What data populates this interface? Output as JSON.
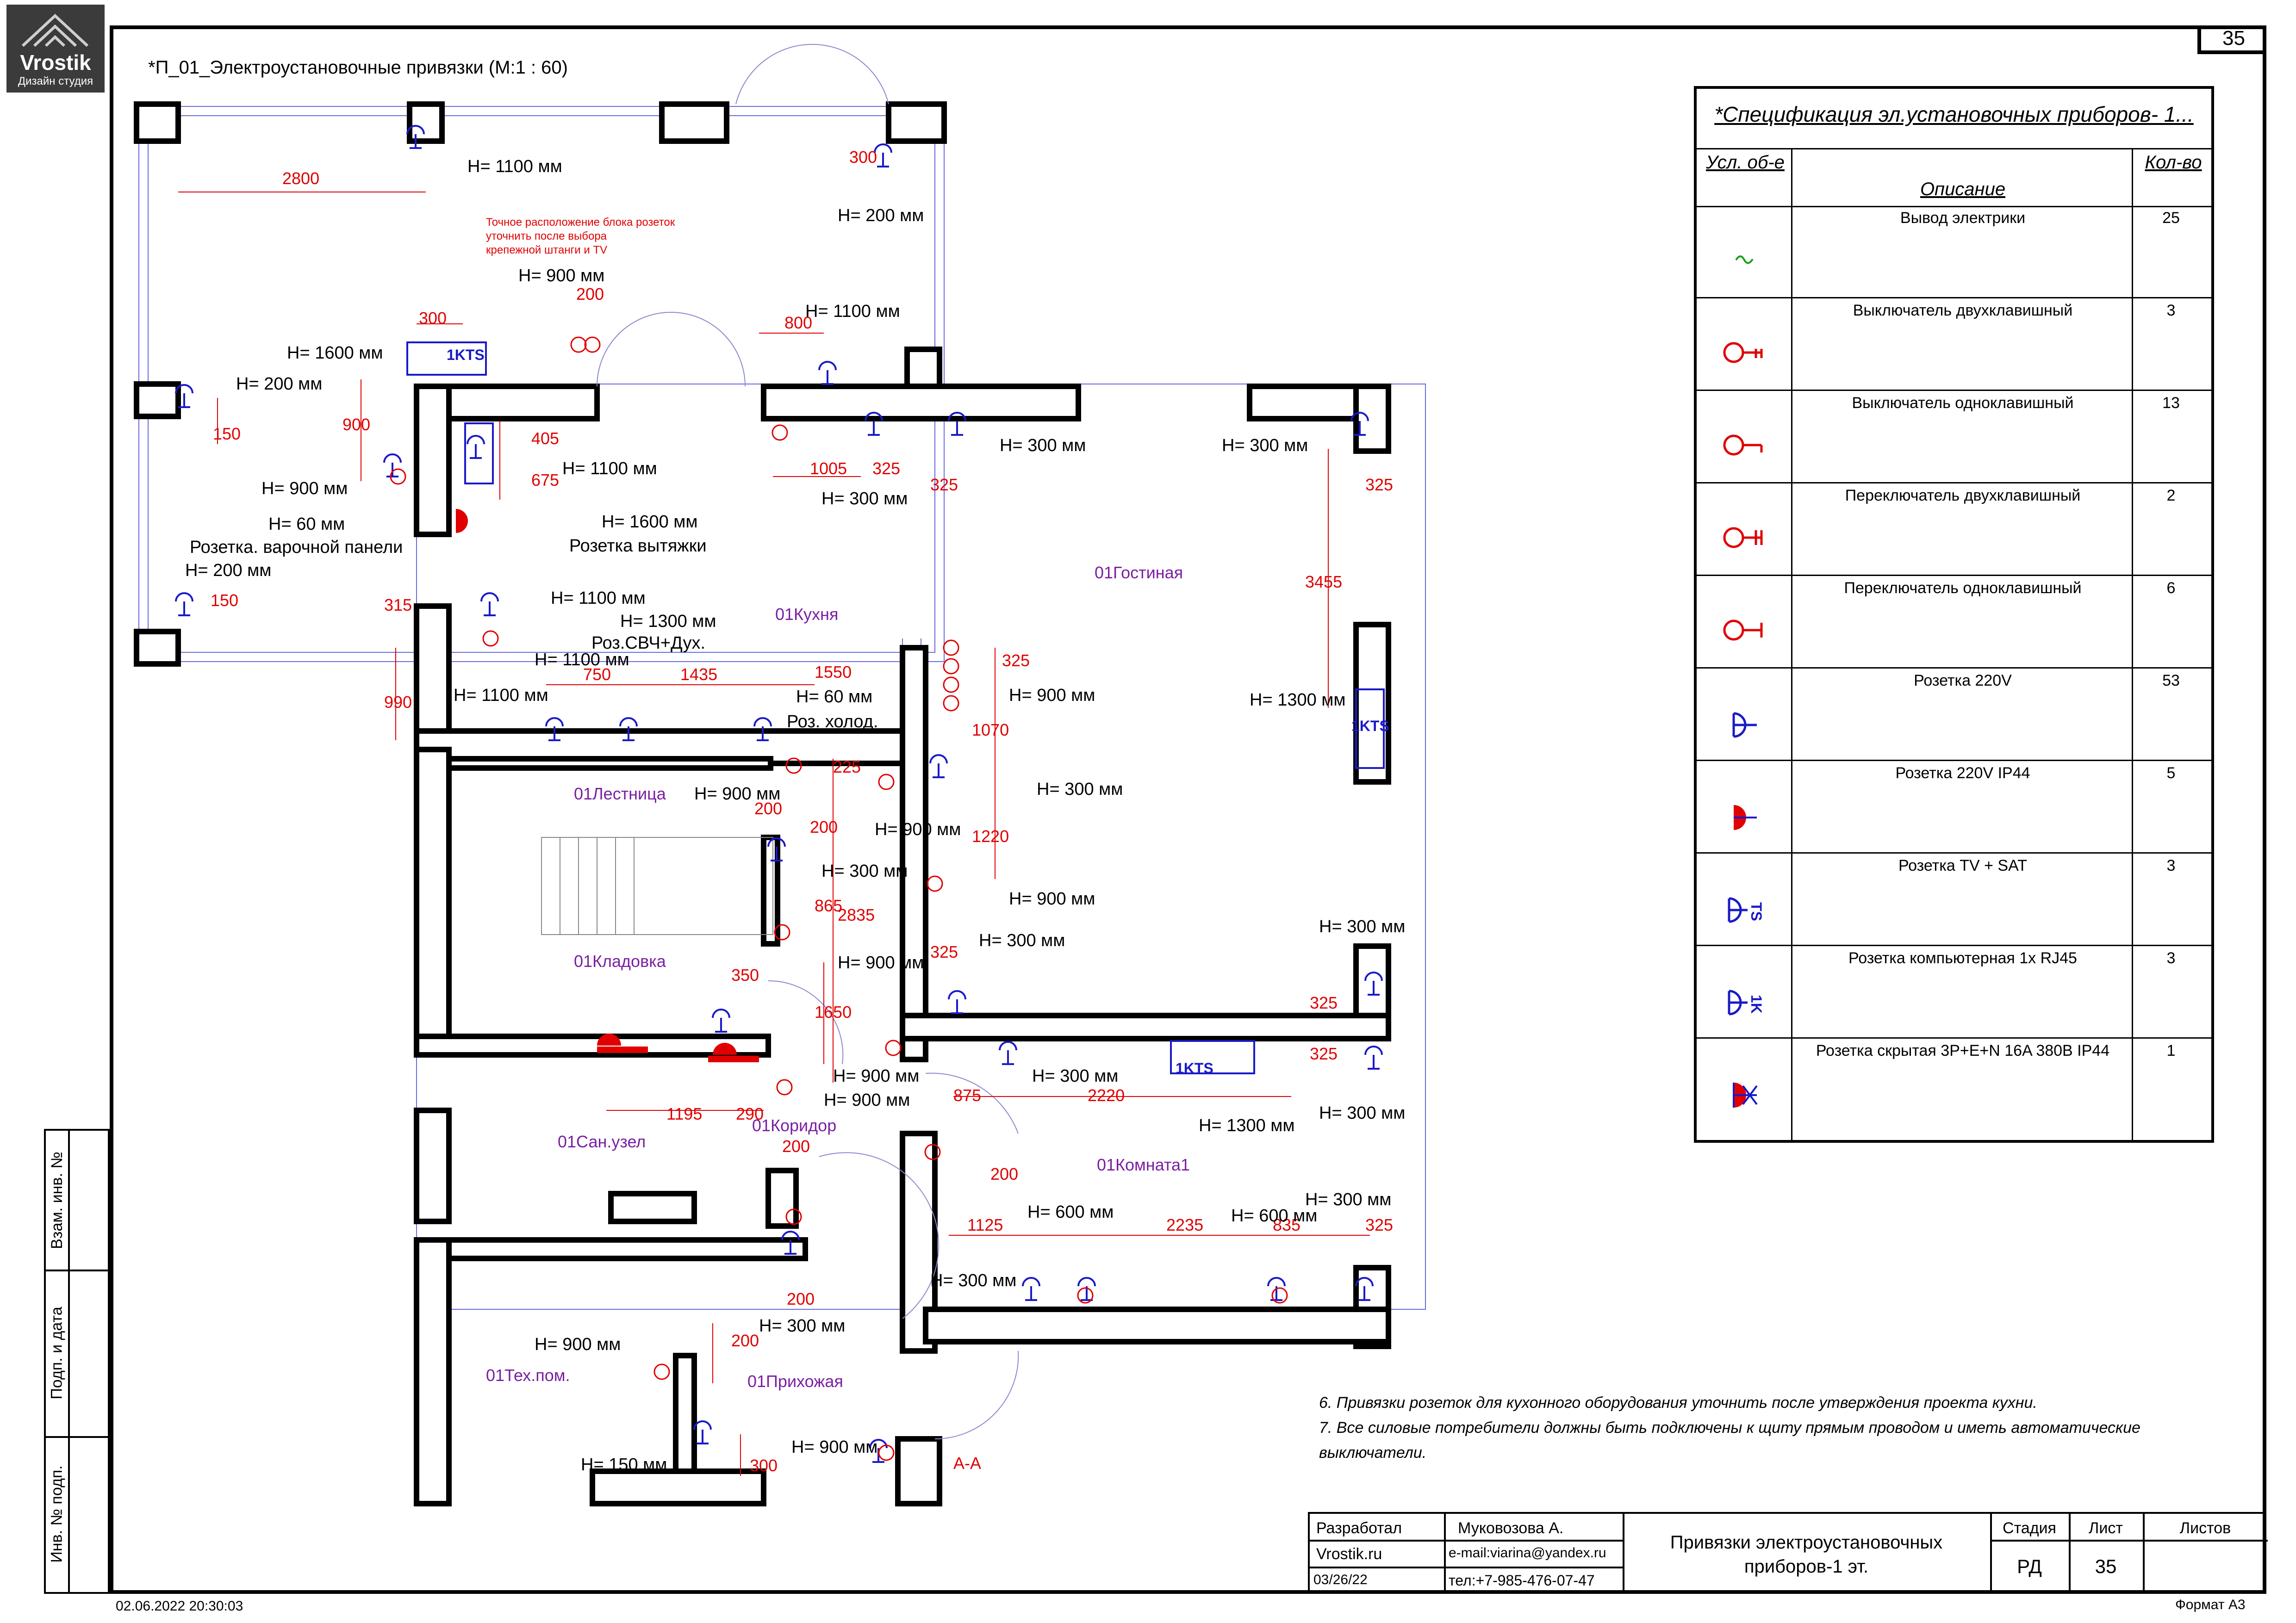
{
  "sheet": {
    "number": "35"
  },
  "logo": {
    "brand": "Vrostik",
    "subtitle": "Дизайн студия"
  },
  "plan": {
    "title": "*П_01_Электроустановочные привязки (М:1 : 60)",
    "rooms": [
      "01Кухня",
      "01Гостиная",
      "01Лестница",
      "01Кладовка",
      "01Сан.узел",
      "01Коридор",
      "01Комната1",
      "01Тех.пом.",
      "01Прихожая"
    ],
    "labels": {
      "h1100_top": "H= 1100 мм",
      "h200_top": "H= 200 мм",
      "note_red": [
        "Точное расположение блока розеток",
        "уточнить после выбора",
        "крепежной штанги и TV"
      ],
      "h900_a": "H= 900 мм",
      "h1600": "H= 1600 мм",
      "h200_left": "H= 200 мм",
      "h1100_b": "H= 1100 мм",
      "h900_b": "H= 900 мм",
      "h1100_c": "H= 1100 мм",
      "h60": "H= 60 мм",
      "rozetka_varochn": "Розетка. варочной панели",
      "h1600_b": "H= 1600 мм",
      "rozetka_vytyazh": "Розетка вытяжки",
      "h300_a": "H= 300 мм",
      "h300_b": "H= 300 мм",
      "h300_c": "H= 300 мм",
      "h200_c": "H= 200 мм",
      "h1100_d": "H= 1100 мм",
      "h1300": "H= 1300 мм",
      "roz_svch": "Роз.СВЧ+Дух.",
      "h1100_e": "H= 1100 мм",
      "h1100_f": "H= 1100 мм",
      "h60_b": "H= 60 мм",
      "roz_holod": "Роз. холод.",
      "h900_c": "H= 900 мм",
      "h1300_b": "H= 1300 мм",
      "h900_d": "H= 900 мм",
      "h300_d": "H= 300 мм",
      "h900_e": "H= 900 мм",
      "h300_e": "H= 300 мм",
      "h900_f": "H= 900 мм",
      "h900_g": "H= 900 мм",
      "h300_f": "H= 300 мм",
      "h300_g": "H= 300 мм",
      "h900_h": "H= 900 мм",
      "h900_i": "H= 900 мм",
      "h300_h": "H= 300 мм",
      "h1300_c": "H= 1300 мм",
      "h300_i": "H= 300 мм",
      "h300_j": "H= 300 мм",
      "h600_a": "H= 600 мм",
      "h600_b": "H= 600 мм",
      "h300_k": "H= 300 мм",
      "h300_l": "H= 300 мм",
      "h900_j": "H= 900 мм",
      "h900_k": "H= 900 мм",
      "h150": "H= 150 мм",
      "tv_box_1": "1KTS",
      "tv_box_2": "1KTS",
      "tv_box_3": "1KTS",
      "aa": "A-A"
    },
    "dims": [
      "2800",
      "300",
      "800",
      "300",
      "200",
      "900",
      "150",
      "405",
      "675",
      "1005",
      "325",
      "325",
      "325",
      "3455",
      "150",
      "315",
      "990",
      "750",
      "1435",
      "1550",
      "325",
      "1070",
      "225",
      "200",
      "200",
      "1220",
      "865",
      "2835",
      "350",
      "1650",
      "325",
      "325",
      "1195",
      "290",
      "875",
      "2220",
      "325",
      "200",
      "200",
      "1125",
      "2235",
      "835",
      "325",
      "200",
      "200",
      "300"
    ]
  },
  "spec": {
    "title": "*Спецификация эл.установочных приборов- 1...",
    "headers": {
      "symbol": "Усл. об-е",
      "desc": "Описание",
      "qty": "Кол-во"
    },
    "rows": [
      {
        "desc": "Вывод электрики",
        "qty": "25",
        "icon": "wire-outlet-icon"
      },
      {
        "desc": "Выключатель двухклавишный",
        "qty": "3",
        "icon": "double-switch-icon"
      },
      {
        "desc": "Выключатель одноклавишный",
        "qty": "13",
        "icon": "single-switch-icon"
      },
      {
        "desc": "Переключатель двухклавишный",
        "qty": "2",
        "icon": "double-passthrough-switch-icon"
      },
      {
        "desc": "Переключатель одноклавишный",
        "qty": "6",
        "icon": "single-passthrough-switch-icon"
      },
      {
        "desc": "Розетка 220V",
        "qty": "53",
        "icon": "socket-220v-icon"
      },
      {
        "desc": "Розетка 220V IP44",
        "qty": "5",
        "icon": "socket-ip44-icon"
      },
      {
        "desc": "Розетка TV + SAT",
        "qty": "3",
        "icon": "socket-tv-sat-icon"
      },
      {
        "desc": "Розетка компьютерная 1х RJ45",
        "qty": "3",
        "icon": "socket-rj45-icon"
      },
      {
        "desc": "Розетка скрытая 3P+E+N 16A 380В IP44",
        "qty": "1",
        "icon": "socket-380v-icon"
      }
    ],
    "symbol_letters": {
      "ts": "TS",
      "k": "1K"
    }
  },
  "notes": [
    "6. Привязки розеток для кухонного оборудования уточнить после утверждения проекта кухни.",
    "7. Все силовые потребители должны быть подключены к щиту прямым проводом и иметь автоматические",
    "выключатели."
  ],
  "side_stamp": [
    "Взам. инв. №",
    "Подп. и дата",
    "Инв. № подп."
  ],
  "title_block": {
    "developer_label": "Разработал",
    "developer_name": "Муковозова А.",
    "site": "Vrostik.ru",
    "email": "e-mail:viarina@yandex.ru",
    "date": "03/26/22",
    "phone": "тел:+7-985-476-07-47",
    "drawing_title_1": "Привязки электроустановочных",
    "drawing_title_2": "приборов-1 эт.",
    "stage_label": "Стадия",
    "sheet_label": "Лист",
    "sheets_label": "Листов",
    "stage": "РД",
    "sheet": "35"
  },
  "footer": {
    "timestamp": "02.06.2022 20:30:03",
    "format": "Формат А3"
  },
  "colors": {
    "dim": "#e00000",
    "socket": "#1a1ac8",
    "room": "#7a1fa2"
  }
}
